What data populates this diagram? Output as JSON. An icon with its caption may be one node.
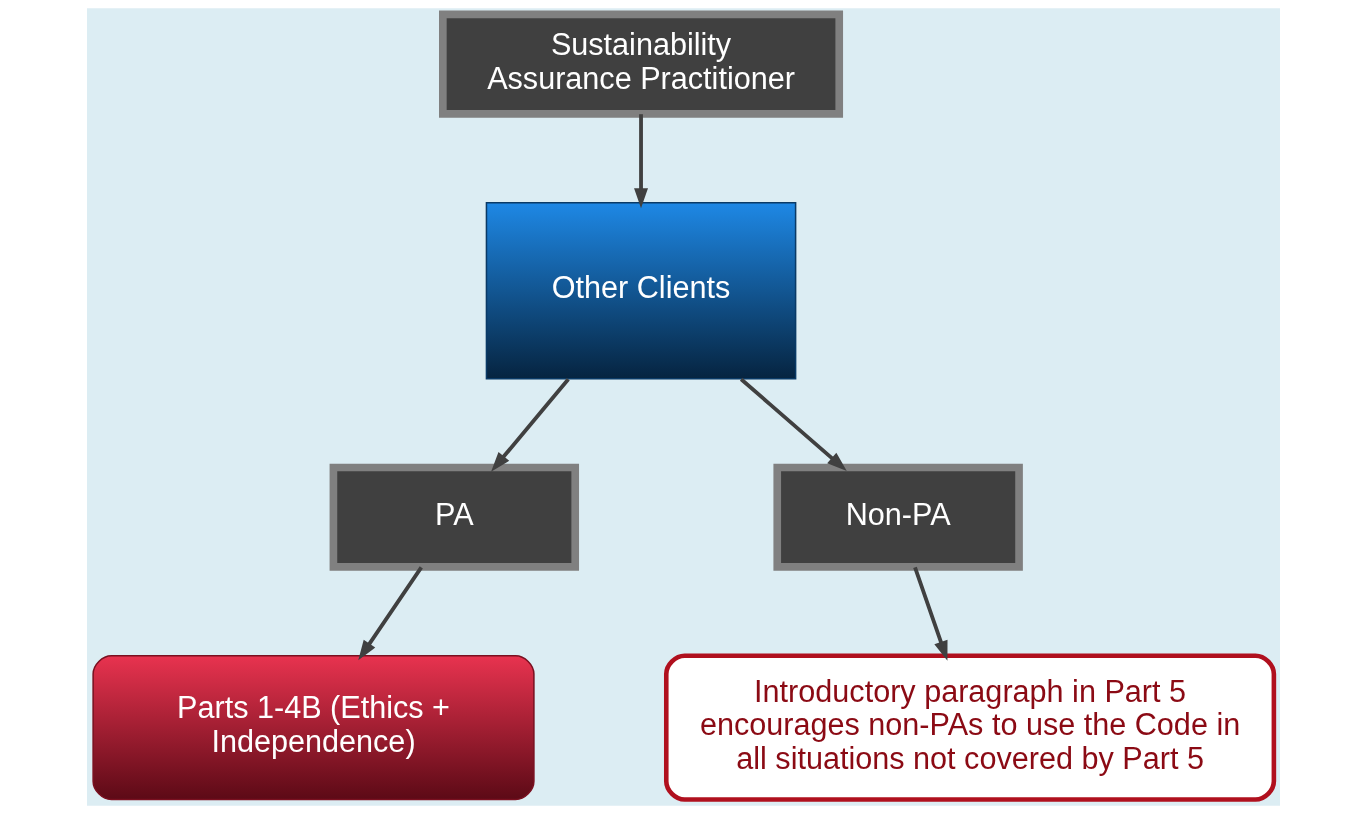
{
  "diagram": {
    "nodes": [
      {
        "text": [
          "Sustainability Assurance Practitioner"
        ]
      },
      {
        "text": [
          "Other Clients"
        ]
      },
      {
        "text": [
          "PA"
        ]
      },
      {
        "text": [
          "Non-PA"
        ]
      },
      {
        "text": [
          "Parts 1-4B (Ethics + Independence)"
        ]
      },
      {
        "text": [
          "Introductory paragraph in Part 5 encourages non-PAs to use the Code in all situations not covered by Part 5"
        ]
      }
    ],
    "edges": [
      {
        "from": 0,
        "to": 1,
        "arrow": "to"
      },
      {
        "from": 1,
        "to": 2,
        "arrow": "to"
      },
      {
        "from": 1,
        "to": 3,
        "arrow": "to"
      },
      {
        "from": 2,
        "to": 4,
        "arrow": "to"
      },
      {
        "from": 3,
        "to": 5,
        "arrow": "to"
      }
    ]
  }
}
